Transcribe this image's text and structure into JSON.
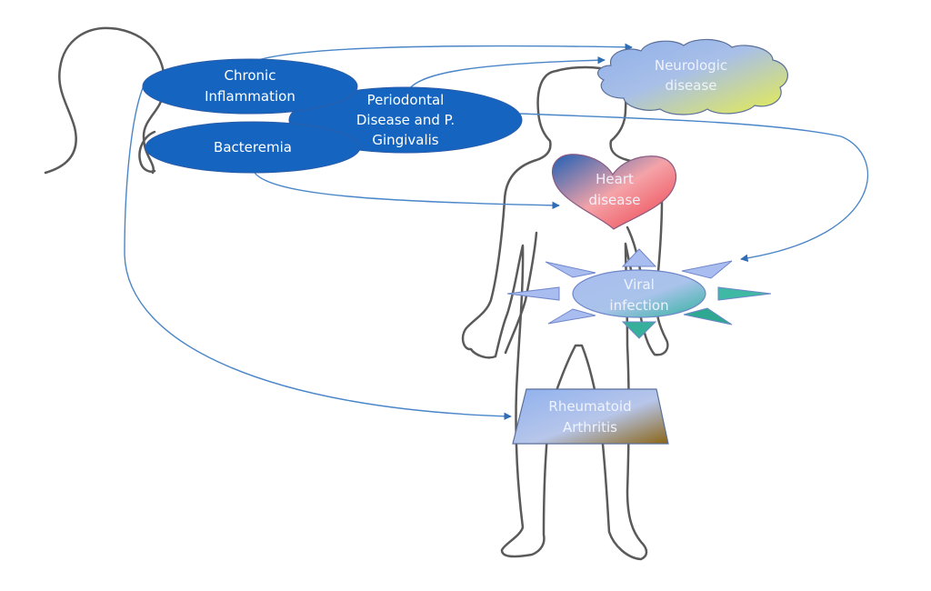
{
  "diagram": {
    "sources": [
      {
        "id": "chronic-inflammation",
        "lines": [
          "Chronic",
          "Inflammation"
        ],
        "color": "#1565c0"
      },
      {
        "id": "periodontal",
        "lines": [
          "Periodontal",
          "Disease and P.",
          "Gingivalis"
        ],
        "color": "#1565c0"
      },
      {
        "id": "bacteremia",
        "lines": [
          "Bacteremia"
        ],
        "color": "#1565c0"
      }
    ],
    "targets": [
      {
        "id": "neurologic",
        "shape": "cloud",
        "lines": [
          "Neurologic",
          "disease"
        ],
        "colors": [
          "#8fb0ea",
          "#e8ee4a"
        ]
      },
      {
        "id": "heart",
        "shape": "heart",
        "lines": [
          "Heart",
          "disease"
        ],
        "colors": [
          "#1f5fb5",
          "#f4a3a8",
          "#ee3b48"
        ]
      },
      {
        "id": "viral",
        "shape": "starburst",
        "lines": [
          "Viral",
          "infection"
        ],
        "colors": [
          "#a9bdf0",
          "#2fb29e"
        ]
      },
      {
        "id": "ra",
        "shape": "trapezoid",
        "lines": [
          "Rheumatoid",
          "Arthritis"
        ],
        "colors": [
          "#8fb1ee",
          "#b7c6ea",
          "#8a6414"
        ]
      }
    ],
    "connections": [
      {
        "from": "chronic-inflammation",
        "to": "neurologic"
      },
      {
        "from": "periodontal",
        "to": "neurologic"
      },
      {
        "from": "periodontal",
        "to": "viral"
      },
      {
        "from": "bacteremia",
        "to": "heart"
      },
      {
        "from": "chronic-inflammation",
        "to": "ra"
      }
    ],
    "colors": {
      "connector": "#4a86c8",
      "outline": "#5a5a5a"
    }
  }
}
